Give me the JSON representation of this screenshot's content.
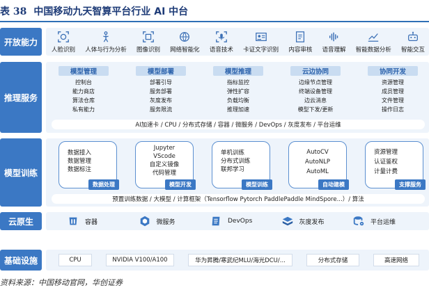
{
  "figure": {
    "label": "表 38",
    "title": "中国移动九天智算平台行业 AI 中台"
  },
  "layers": {
    "capability": {
      "label": "开放能力",
      "items": [
        {
          "label": "人脸识别",
          "icon": "face-recognition-icon"
        },
        {
          "label": "人体与行为分析",
          "icon": "body-behavior-icon"
        },
        {
          "label": "图像识别",
          "icon": "image-recognition-icon"
        },
        {
          "label": "网络智能化",
          "icon": "network-icon"
        },
        {
          "label": "语音技术",
          "icon": "voice-icon"
        },
        {
          "label": "卡证文字识别",
          "icon": "id-card-icon"
        },
        {
          "label": "内容审核",
          "icon": "document-icon"
        },
        {
          "label": "语音理解",
          "icon": "sound-wave-icon"
        },
        {
          "label": "智能数据分析",
          "icon": "chart-icon"
        },
        {
          "label": "智能交互",
          "icon": "robot-icon"
        }
      ]
    },
    "inference": {
      "label": "推理服务",
      "columns": [
        {
          "title": "模型管理",
          "items": [
            "控制台",
            "能力商店",
            "算法仓库",
            "私有能力"
          ]
        },
        {
          "title": "模型部署",
          "items": [
            "部署引导",
            "服务部署",
            "灰度发布",
            "服务限流"
          ]
        },
        {
          "title": "模型推理",
          "items": [
            "指标监控",
            "弹性扩容",
            "负载均衡",
            "推理加速"
          ]
        },
        {
          "title": "云边协同",
          "items": [
            "边缘节点管理",
            "终端设备管理",
            "边云消息",
            "模型下发/更新"
          ]
        },
        {
          "title": "协同开发",
          "items": [
            "资源管理",
            "成员管理",
            "文件管理",
            "操作日志"
          ]
        }
      ],
      "strip": "AI加速卡 / CPU / 分布式存储 / 容器 / 微服务 / DevOps / 灰度发布 / 平台运维"
    },
    "training": {
      "label": "模型训练",
      "cards": [
        {
          "items": [
            "数据接入",
            "数据管理",
            "数据标注"
          ],
          "tag": "数据处理"
        },
        {
          "items": [
            "Jupyter",
            "VScode",
            "自定义镜像",
            "代码管理"
          ],
          "tag": "模型开发"
        },
        {
          "items": [
            "单机训练",
            "分布式训练",
            "联邦学习"
          ],
          "tag": "模型训练"
        },
        {
          "items": [
            "AutoCV",
            "AutoNLP",
            "AutoML"
          ],
          "tag": "自动建模"
        },
        {
          "items": [
            "资源管理",
            "认证鉴权",
            "计量计费"
          ],
          "tag": "支撑服务"
        }
      ],
      "strip": "预置训练数据 / 大模型 / 计算框架（Tensorflow Pytorch PaddlePaddle MindSpore...）/ 算法"
    },
    "cloud_native": {
      "label": "云原生",
      "items": [
        {
          "label": "容器",
          "icon": "container-icon"
        },
        {
          "label": "微服务",
          "icon": "microservice-icon"
        },
        {
          "label": "DevOps",
          "icon": "devops-icon"
        },
        {
          "label": "灰度发布",
          "icon": "release-icon"
        },
        {
          "label": "平台运维",
          "icon": "ops-icon"
        }
      ]
    },
    "infra": {
      "label": "基础设施",
      "items": [
        "CPU",
        "NVIDIA V100/A100",
        "华为昇腾/寒武纪MLU/海光DCU/...",
        "分布式存储",
        "高速网络"
      ]
    }
  },
  "source": "资料来源：中国移动官网，华创证券",
  "colors": {
    "accent": "#3b78c4",
    "band_bg": "#eef4fb",
    "header_bg": "#c9dcf1"
  }
}
